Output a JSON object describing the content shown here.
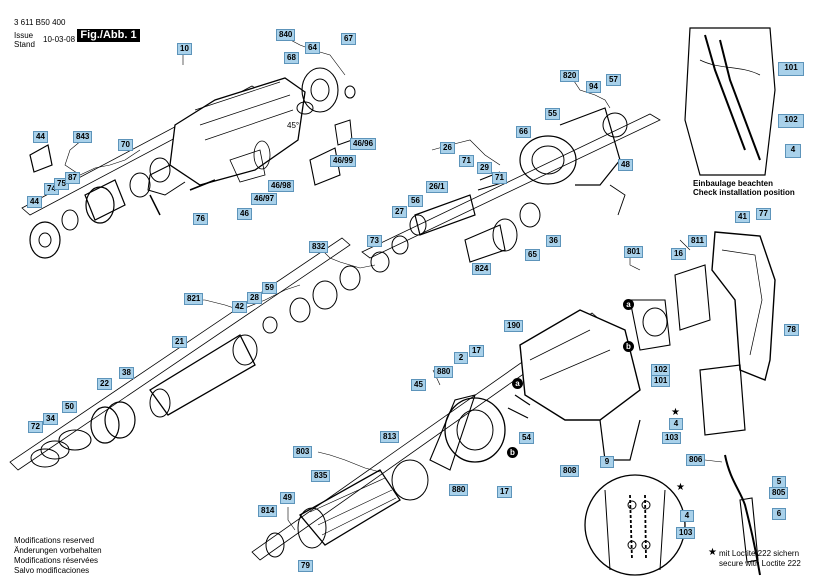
{
  "header": {
    "doc_number": "3 611 B50 400",
    "issue_label_1": "Issue",
    "issue_label_2": "Stand",
    "issue_date": "10-03-08",
    "figure_label": "Fig./Abb. 1"
  },
  "inset": {
    "note_de": "Einbaulage beachten",
    "note_en": "Check installation position",
    "callouts": [
      "101",
      "102",
      "4"
    ]
  },
  "parts": [
    "840",
    "64",
    "67",
    "10",
    "68",
    "44",
    "843",
    "70",
    "45°",
    "46/96",
    "46/99",
    "74",
    "75",
    "87",
    "44",
    "76",
    "46/98",
    "46/97",
    "46",
    "820",
    "94",
    "57",
    "55",
    "66",
    "48",
    "26",
    "71",
    "29",
    "26/1",
    "71",
    "27",
    "56",
    "824",
    "65",
    "36",
    "832",
    "73",
    "821",
    "59",
    "28",
    "42",
    "21",
    "22",
    "38",
    "50",
    "34",
    "72",
    "801",
    "811",
    "16",
    "41",
    "77",
    "78",
    "190",
    "17",
    "2",
    "880",
    "45",
    "102",
    "101",
    "4",
    "103",
    "54",
    "813",
    "803",
    "835",
    "49",
    "814",
    "880",
    "17",
    "808",
    "9",
    "806",
    "5",
    "805",
    "6",
    "4",
    "103",
    "79"
  ],
  "circle_markers": [
    "a",
    "b",
    "a",
    "b"
  ],
  "footer": {
    "lines": [
      "Modifications reserved",
      "Änderungen vorbehalten",
      "Modifications réservées",
      "Salvo modificaciones"
    ]
  },
  "loctite_note": {
    "line1": "mit Loctite 222 sichern",
    "line2": "secure with Loctite 222"
  }
}
